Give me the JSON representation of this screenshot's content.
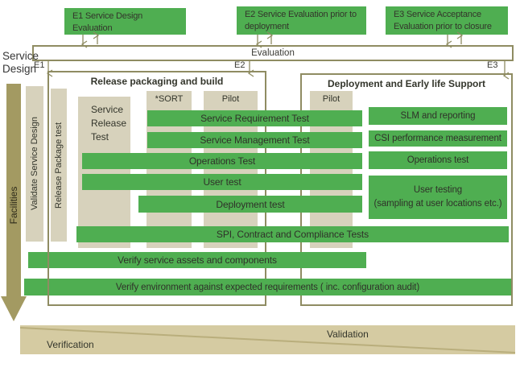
{
  "colors": {
    "bar_green": "#4fae51",
    "tan_light": "#d7d2bc",
    "tan_dark_arrow": "#a39a62",
    "wedge_tan": "#d5cba2",
    "box_border_olive": "#8f8c62"
  },
  "header": {
    "e1_box": "E1 Service Design Evaluation",
    "e2_box": "E2 Service Evaluation prior to deployment",
    "e3_box": "E3 Service Acceptance Evaluation prior to closure",
    "evaluation_bar": "Evaluation",
    "e1": "E1",
    "e2": "E2",
    "e3": "E3"
  },
  "left": {
    "service_design": "Service Design",
    "facilities": "Facilities",
    "validate_service_design": "Validate Service Design",
    "release_package_test": "Release Package test"
  },
  "release_box": {
    "title": "Release packaging and build",
    "service_release_col": "Service Release Test",
    "sort_col": "*SORT",
    "pilot_col": "Pilot"
  },
  "deployment_box": {
    "title": "Deployment and Early life Support",
    "pilot_col": "Pilot",
    "bars": [
      {
        "label": "SLM and reporting"
      },
      {
        "label": "CSI performance measurement"
      },
      {
        "label": "Operations test"
      },
      {
        "label": "User testing",
        "sublabel": "(sampling at user locations etc.)"
      }
    ]
  },
  "test_bars": [
    {
      "label": "Service Requirement Test"
    },
    {
      "label": "Service Management Test"
    },
    {
      "label": "Operations Test"
    },
    {
      "label": "User test"
    },
    {
      "label": "Deployment test"
    },
    {
      "label": "SPI, Contract and Compliance Tests"
    },
    {
      "label": "Verify service assets and components"
    },
    {
      "label": "Verify environment against expected requirements ( inc. configuration audit)"
    }
  ],
  "bottom": {
    "verification": "Verification",
    "validation": "Validation"
  }
}
